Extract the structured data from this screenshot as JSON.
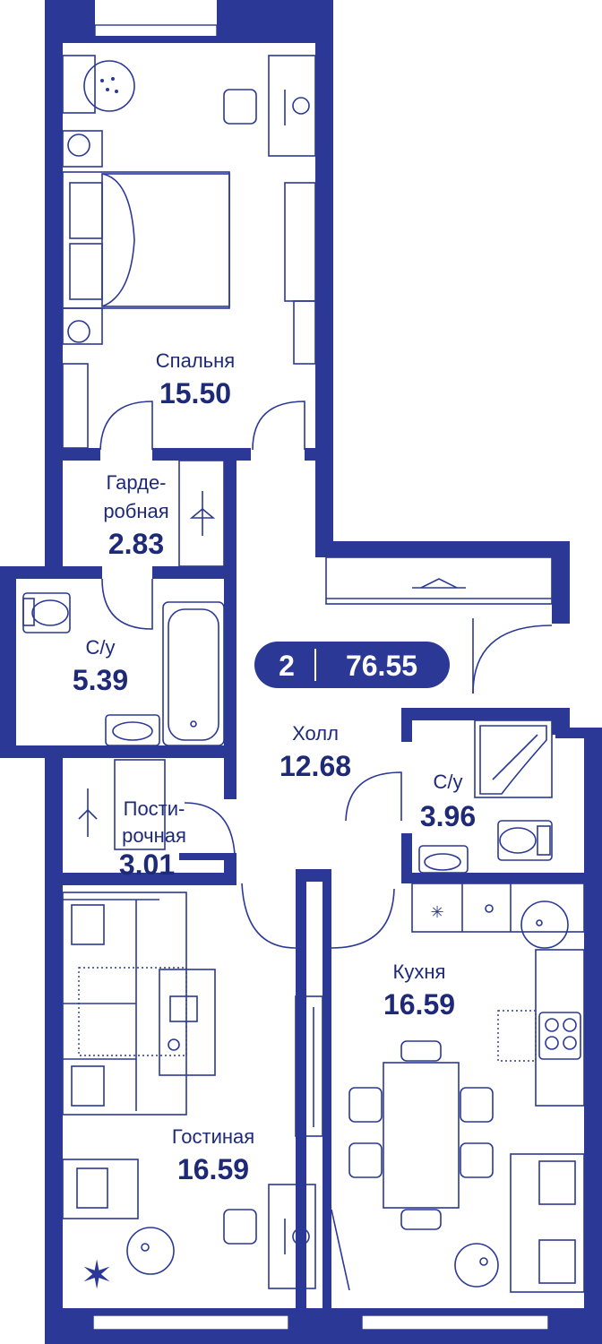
{
  "summary": {
    "rooms_count": "2",
    "total_area": "76.55"
  },
  "rooms": {
    "bedroom": {
      "name": "Спальня",
      "area": "15.50"
    },
    "wardrobe": {
      "name_line1": "Гарде-",
      "name_line2": "робная",
      "area": "2.83"
    },
    "bath1": {
      "name": "С/у",
      "area": "5.39"
    },
    "hall": {
      "name": "Холл",
      "area": "12.68"
    },
    "bath2": {
      "name": "С/у",
      "area": "3.96"
    },
    "laundry": {
      "name_line1": "Пости-",
      "name_line2": "рочная",
      "area": "3.01"
    },
    "kitchen": {
      "name": "Кухня",
      "area": "16.59"
    },
    "living": {
      "name": "Гостиная",
      "area": "16.59"
    }
  },
  "colors": {
    "wall": "#2b3896",
    "text": "#1e2a78",
    "background": "#ffffff"
  }
}
